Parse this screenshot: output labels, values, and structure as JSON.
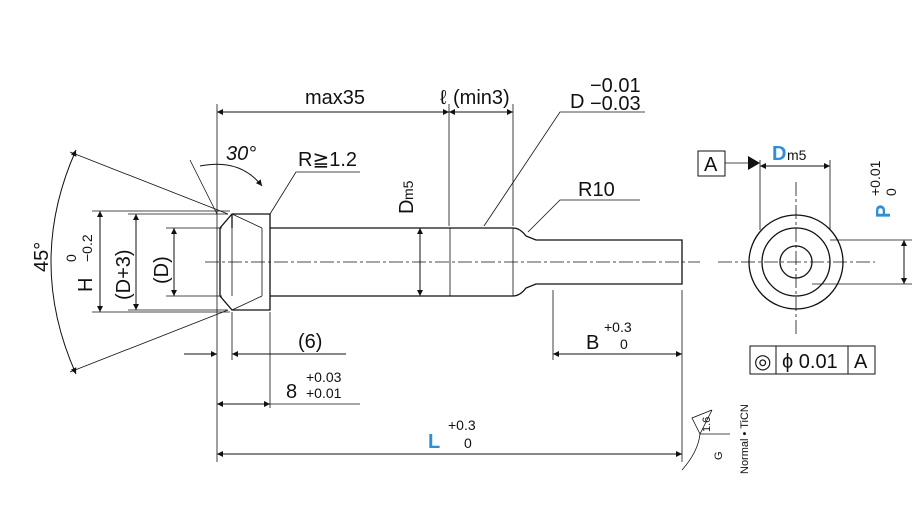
{
  "colors": {
    "line": "#111111",
    "accent": "#2e8fd8",
    "background": "#ffffff"
  },
  "labels": {
    "max35": "max35",
    "ell": "ℓ",
    "min3": "(min3)",
    "d_letter": "D",
    "d_tol_upper": "−0.01",
    "d_tol_lower": "−0.03",
    "angle30": "30°",
    "r_min": "R≧1.2",
    "dm5_main": "D",
    "dm5_sub": "m5",
    "r10": "R10",
    "angle45": "45°",
    "h_label": "H",
    "h_tol_upper": "0",
    "h_tol_lower": "−0.2",
    "d_plus3": "(D+3)",
    "d_paren": "(D)",
    "six": "(6)",
    "eight": "8",
    "eight_tol_upper": "+0.03",
    "eight_tol_lower": "+0.01",
    "b_label": "B",
    "b_tol_upper": "+0.3",
    "b_tol_lower": "0",
    "l_label": "L",
    "l_tol_upper": "+0.3",
    "l_tol_lower": "0",
    "datum": "A",
    "dm5_right_main": "D",
    "dm5_right_sub": "m5",
    "p_label": "P",
    "p_tol_upper": "+0.01",
    "p_tol_lower": "0",
    "concentric_symbol": "◎",
    "phi_value": "ϕ 0.01",
    "datum_ref": "A",
    "surface_value": "1.6",
    "surface_g": "G",
    "surface_note": "Normal • TiCN"
  }
}
